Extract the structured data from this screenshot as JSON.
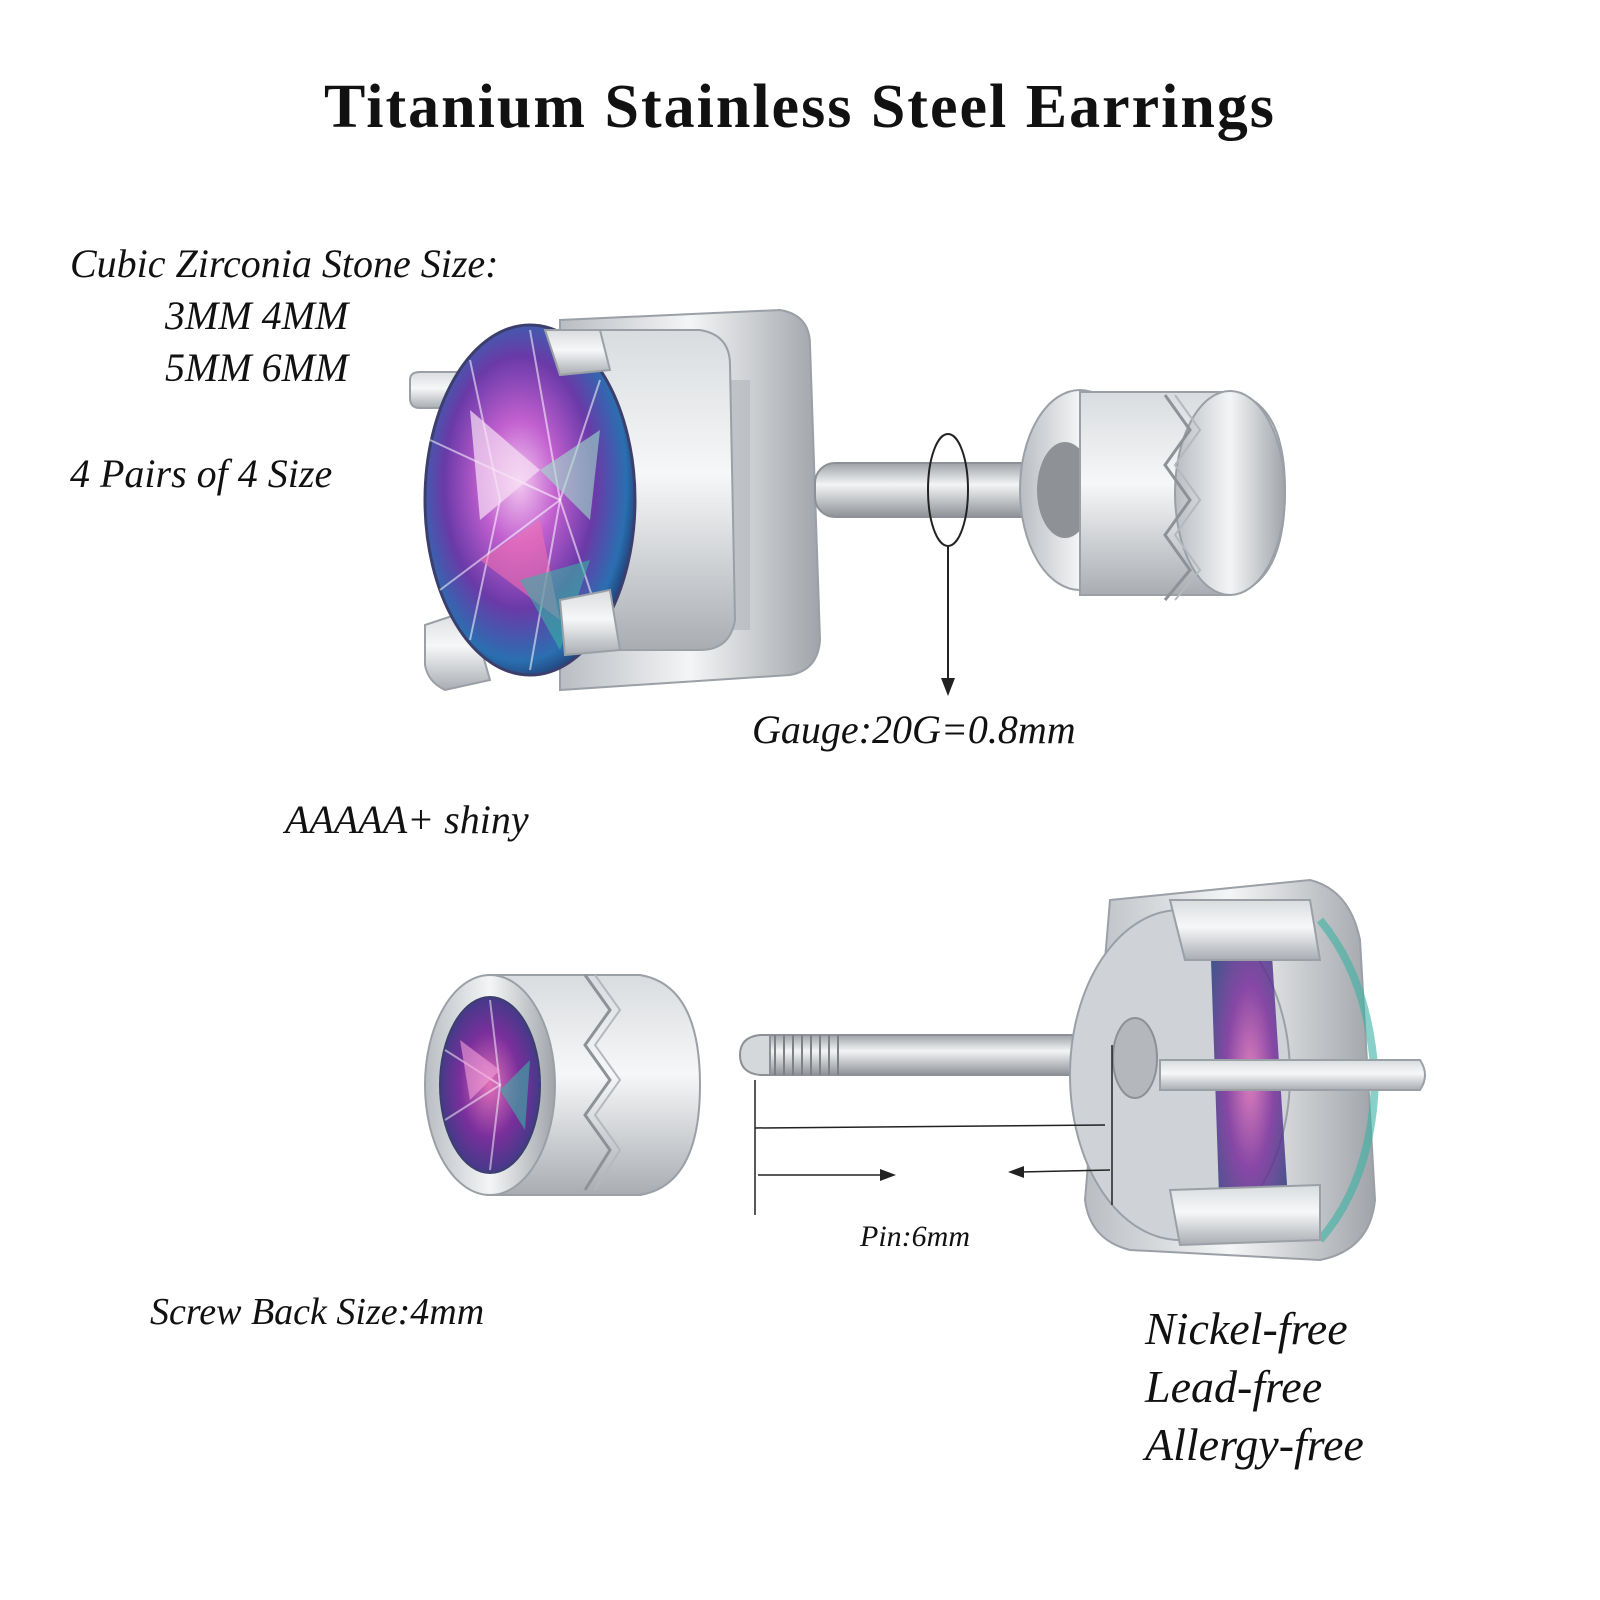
{
  "title": "Titanium Stainless Steel Earrings",
  "stone_size": {
    "heading": "Cubic Zirconia Stone Size:",
    "line1": "3MM 4MM",
    "line2": "5MM 6MM"
  },
  "pairs": "4 Pairs of 4 Size",
  "gauge": "Gauge:20G=0.8mm",
  "shine": "AAAAA+ shiny",
  "pin": "Pin:6mm",
  "screw_back": "Screw Back Size:4mm",
  "features": [
    "Nickel-free",
    "Lead-free",
    "Allergy-free"
  ],
  "colors": {
    "metal_light": "#eef0f2",
    "metal_mid": "#c9ccd0",
    "metal_dark": "#8e9297",
    "gem_purple": "#8a3fb5",
    "gem_pink": "#e0559a",
    "gem_teal": "#2fa7a0"
  }
}
